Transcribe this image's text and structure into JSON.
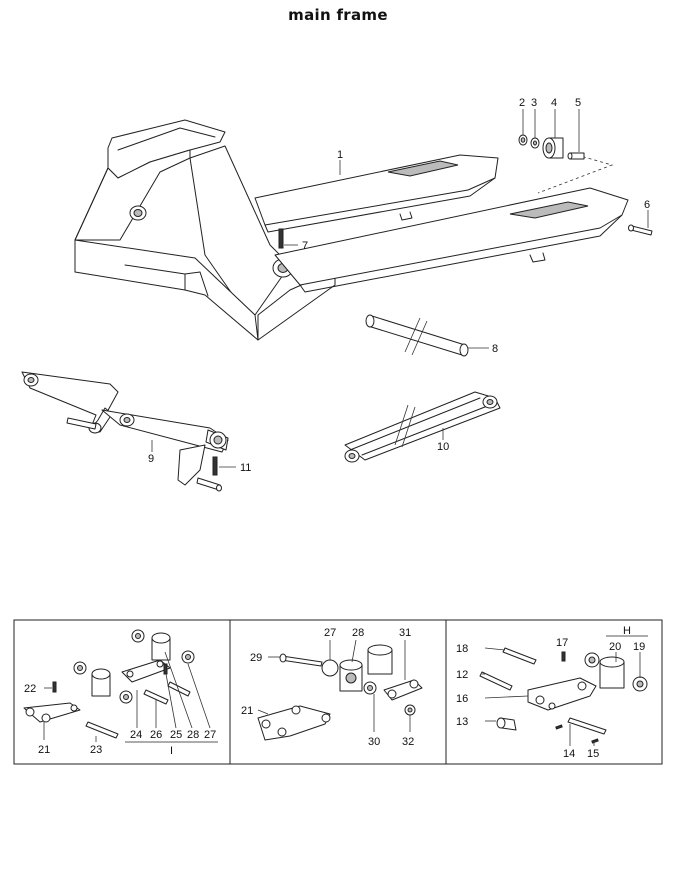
{
  "title": "main frame",
  "callouts": {
    "p1": "1",
    "p2": "2",
    "p3": "3",
    "p4": "4",
    "p5": "5",
    "p6": "6",
    "p7": "7",
    "p8": "8",
    "p9": "9",
    "p10": "10",
    "p11": "11"
  },
  "box1": {
    "c22": "22",
    "c21": "21",
    "c23": "23",
    "c24": "24",
    "c26": "26",
    "c25": "25",
    "c28": "28",
    "c27": "27",
    "group": "I"
  },
  "box2": {
    "c27": "27",
    "c28": "28",
    "c31": "31",
    "c29": "29",
    "c21": "21",
    "c30": "30",
    "c32": "32"
  },
  "box3": {
    "c18": "18",
    "c17": "17",
    "group": "H",
    "c20": "20",
    "c19": "19",
    "c12": "12",
    "c16": "16",
    "c13": "13",
    "c14": "14",
    "c15": "15"
  }
}
